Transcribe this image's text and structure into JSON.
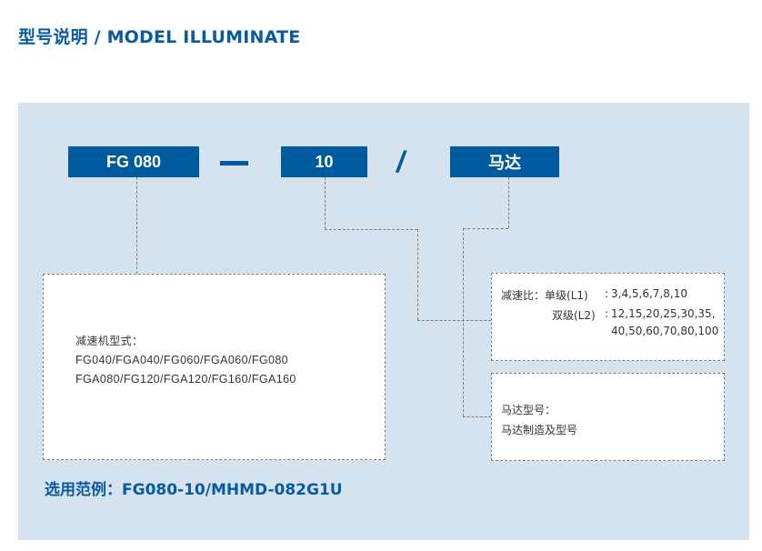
{
  "header": {
    "title": "型号说明 / MODEL ILLUMINATE"
  },
  "code": {
    "part1": "FG 080",
    "part2": "10",
    "part3": "马达"
  },
  "colors": {
    "accent": "#005a9e",
    "title": "#0a5aa0",
    "panel_bg": "#d5e3ef",
    "border": "#7d7d7d"
  },
  "gearbox_info": {
    "label": "减速机型式：",
    "models_line1": "FG040/FGA040/FG060/FGA060/FG080",
    "models_line2": "FGA080/FG120/FGA120/FG160/FGA160"
  },
  "ratio_info": {
    "label": "减速比：",
    "single_label": "单级(L1)",
    "single_values": "3,4,5,6,7,8,10",
    "double_label": "双级(L2)",
    "double_values_line1": "12,15,20,25,30,35,",
    "double_values_line2": "40,50,60,70,80,100",
    "colon": ":"
  },
  "motor_info": {
    "label": "马达型号：",
    "description": "马达制造及型号"
  },
  "example": {
    "text": "选用范例：FG080-10/MHMD-082G1U"
  }
}
